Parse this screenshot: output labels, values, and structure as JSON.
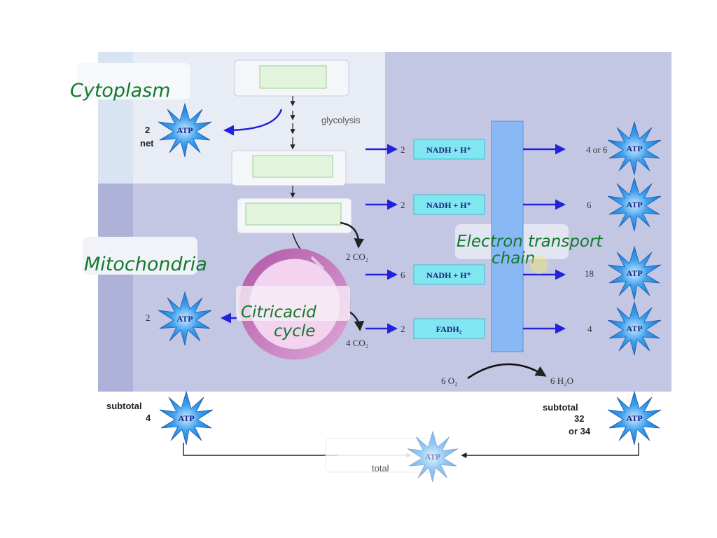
{
  "diagram": {
    "stages": {
      "glycolysis": "glycolysis",
      "net_count": "2",
      "net_label": "net"
    },
    "carriers": [
      {
        "count": "2",
        "label": "NADH + H⁺",
        "yield": "4 or 6"
      },
      {
        "count": "2",
        "label": "NADH + H⁺",
        "yield": "6"
      },
      {
        "count": "6",
        "label": "NADH + H⁺",
        "yield": "18"
      },
      {
        "count": "2",
        "label": "FADH₂",
        "yield": "4"
      }
    ],
    "co2": {
      "first": "2 CO₂",
      "second": "4 CO₂"
    },
    "cycle_atp_count": "2",
    "oxygen": {
      "input": "6 O₂",
      "output": "6 H₂O"
    },
    "subtotals": {
      "left_label": "subtotal",
      "left_value": "4",
      "right_label": "subtotal",
      "right_value_a": "32",
      "right_value_b": "or 34"
    },
    "total_label": "total",
    "atp_label": "ATP"
  },
  "annotations": {
    "cytoplasm": "Cytoplasm",
    "mitochondria": "Mitochondria",
    "citric_line1": "Citricacid",
    "citric_line2": "cycle",
    "etc_line1": "Electron transport",
    "etc_line2": "chain"
  },
  "colors": {
    "background_outer": "#c3c7e3",
    "cytoplasm_region": "#e8ecf4",
    "carrier_box": "#80e6f2",
    "etc_bar": "#8ab8f5",
    "arrow_blue": "#2222dd",
    "atp_star": "#2a8ee0",
    "annotation_green": "#137a2d"
  }
}
